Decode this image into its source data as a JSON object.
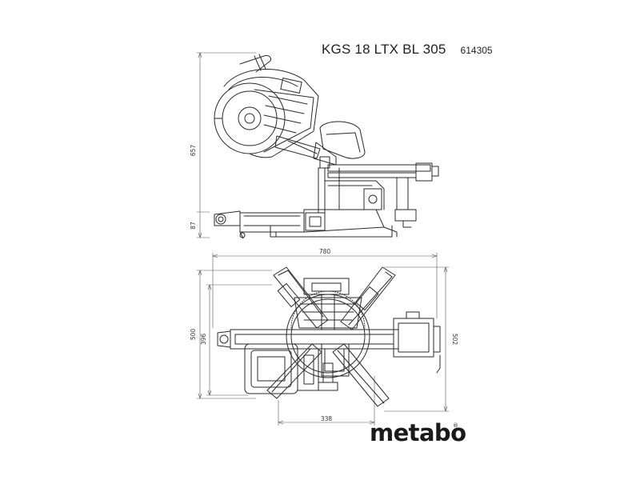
{
  "header": {
    "model": "KGS 18 LTX BL 305",
    "article_number": "614305"
  },
  "dimensions": {
    "side_total_height": "657",
    "side_base_height": "87",
    "top_width": "780",
    "top_depth_left": "500",
    "top_depth_inner": "396",
    "top_depth_right": "502",
    "top_bottom_width": "338"
  },
  "brand": {
    "logo_text": "metabo",
    "registered_mark": "®"
  }
}
